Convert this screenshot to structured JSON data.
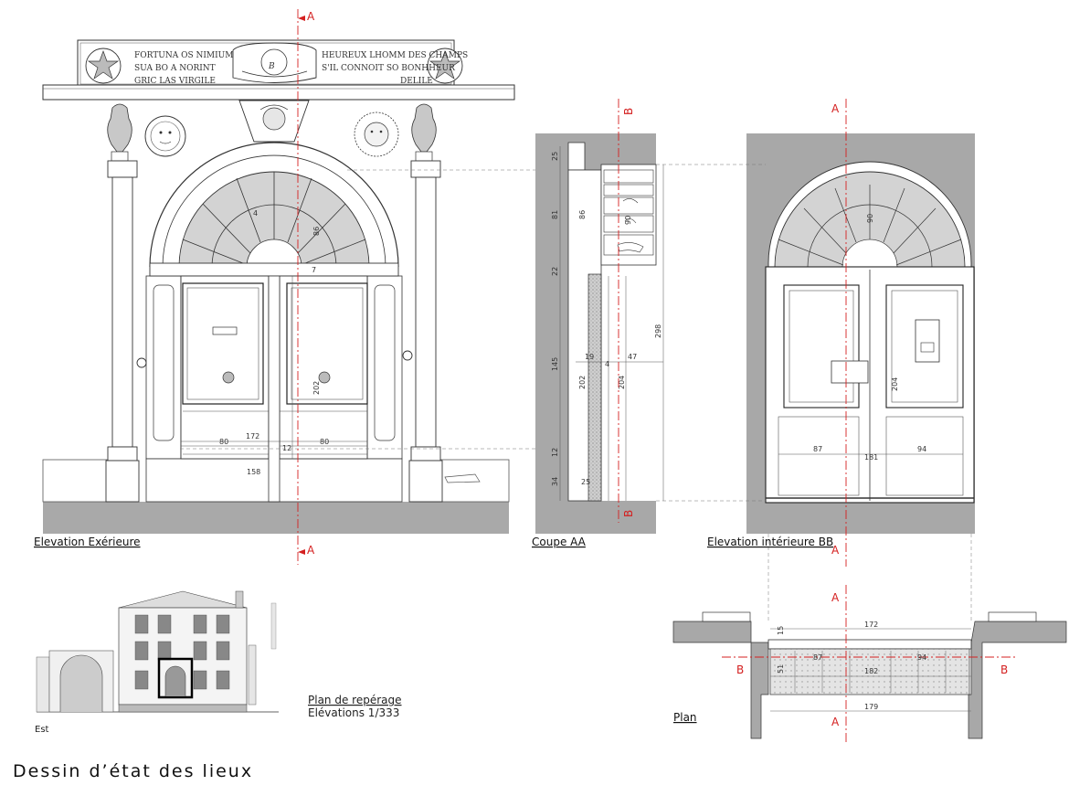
{
  "page_title": "Dessin d’état des lieux",
  "views": {
    "exterior": {
      "label": "Elevation Exérieure"
    },
    "section": {
      "label": "Coupe AA"
    },
    "interior": {
      "label": "Elevation intérieure BB"
    },
    "plan": {
      "label": "Plan"
    },
    "location": {
      "label_line1": "Plan de repérage",
      "label_line2": "Elévations 1/333",
      "orientation": "Est"
    }
  },
  "section_markers": {
    "a": "A",
    "b": "B"
  },
  "inscriptions": {
    "left_line1": "FORTUNA OS NIMIUM",
    "left_line2": "SUA BO A NORINT",
    "left_line3": "GRIC LAS VIRGILE",
    "right_line1": "HEUREUX LHOMM DES CHAMPS",
    "right_line2": "S'IL CONNOIT SO BONHHEUR",
    "right_line3": "DELILE",
    "monogram": "B"
  },
  "dimensions": {
    "ext_total_width": "172",
    "ext_left_leaf": "80",
    "ext_right_leaf": "80",
    "ext_gap": "12",
    "ext_lower": "158",
    "ext_door_height": "202",
    "ext_arch_a": "86",
    "ext_arch_b": "4",
    "ext_arch_c": "7",
    "sec_25": "25",
    "sec_81": "81",
    "sec_86": "86",
    "sec_22": "22",
    "sec_90": "90",
    "sec_145": "145",
    "sec_202": "202",
    "sec_204": "204",
    "sec_298": "298",
    "sec_19": "19",
    "sec_47": "47",
    "sec_4": "4",
    "sec_12": "12",
    "sec_34": "34",
    "sec_25b": "25",
    "int_90": "90",
    "int_204": "204",
    "int_87": "87",
    "int_94": "94",
    "int_181": "181",
    "plan_172": "172",
    "plan_87": "87",
    "plan_94": "94",
    "plan_182": "182",
    "plan_179": "179",
    "plan_15": "15",
    "plan_51": "51"
  },
  "colors": {
    "wall_grey": "#a8a8a8",
    "ground_grey": "#a9a9a9",
    "glass_grey": "#d3d3d3",
    "axis_red": "#d42020",
    "line": "#333333"
  }
}
